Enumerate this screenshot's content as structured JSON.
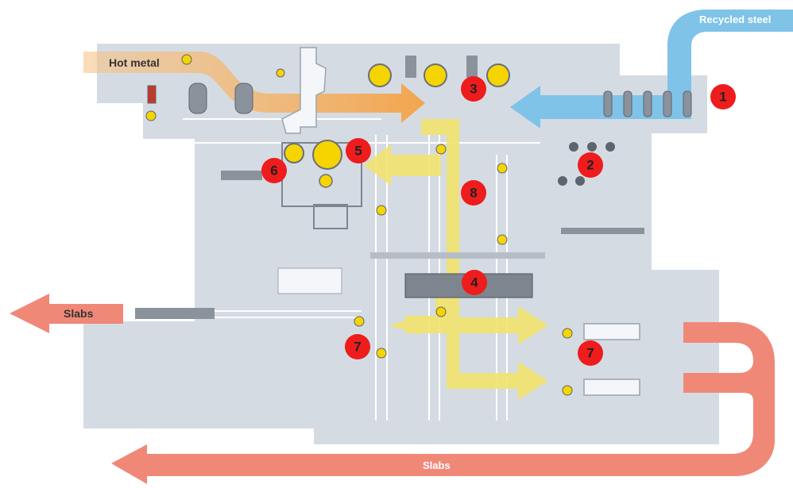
{
  "labels": {
    "hot_metal": "Hot metal",
    "recycled_steel": "Recycled steel",
    "slabs_left": "Slabs",
    "slabs_bottom": "Slabs"
  },
  "markers": [
    "1",
    "2",
    "3",
    "4",
    "5",
    "6",
    "7",
    "7",
    "8"
  ],
  "colors": {
    "floor": "#d5dbe3",
    "hot_metal_flow": "#f2b061",
    "recycled_steel_flow": "#7fc3e8",
    "slab_flow": "#f08878",
    "process_flow": "#f2e36b",
    "marker": "#ee1c1c",
    "equipment_yellow": "#f5d400"
  }
}
